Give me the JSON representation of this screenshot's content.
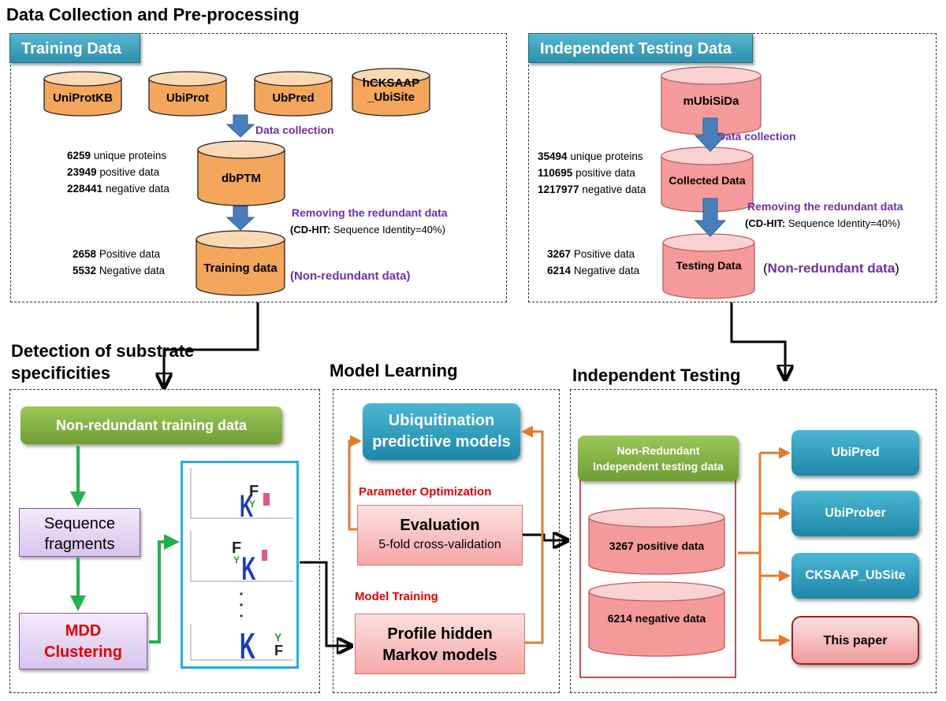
{
  "sections": {
    "data_collection": "Data Collection and Pre-processing",
    "detection_line1": "Detection of substrate",
    "detection_line2": "specificities",
    "model_learning": "Model Learning",
    "independent_testing": "Independent Testing"
  },
  "training": {
    "tab": "Training Data",
    "sources": [
      "UniProtKB",
      "UbiProt",
      "UbPred",
      "hCKSAAP",
      "_UbiSite"
    ],
    "collection_label": "Data collection",
    "dbptm": "dbPTM",
    "stats1": [
      {
        "num": "6259",
        "text": "unique proteins"
      },
      {
        "num": "23949",
        "text": "positive data"
      },
      {
        "num": "228441",
        "text": "negative data"
      }
    ],
    "removing": "Removing the redundant data",
    "cdhit_bold": "(CD-HIT:",
    "cdhit_rest": "Sequence Identity=40%)",
    "training_db": "Training data",
    "stats2": [
      {
        "num": "2658",
        "text": "Positive data"
      },
      {
        "num": "5532",
        "text": "Negative data"
      }
    ],
    "nonredundant": "(Non-redundant data)"
  },
  "independent": {
    "tab": "Independent Testing Data",
    "source": "mUbiSiDa",
    "collection_label": "Data collection",
    "collected": "Collected Data",
    "stats1": [
      {
        "num": "35494",
        "text": "unique proteins"
      },
      {
        "num": "110695",
        "text": "positive data"
      },
      {
        "num": "1217977",
        "text": "negative data"
      }
    ],
    "removing": "Removing the redundant data",
    "cdhit_bold": "(CD-HIT:",
    "cdhit_rest": "Sequence Identity=40%)",
    "testing_db": "Testing Data",
    "stats2": [
      {
        "num": "3267",
        "text": "Positive data"
      },
      {
        "num": "6214",
        "text": "Negative data"
      }
    ],
    "nonredundant_open": "(",
    "nonredundant": "Non-redundant data",
    "nonredundant_close": ")"
  },
  "detection": {
    "nr_training": "Non-redundant training data",
    "seq_line1": "Sequence",
    "seq_line2": "fragments",
    "mdd_line1": "MDD",
    "mdd_line2": "Clustering"
  },
  "model": {
    "ubi_line1": "Ubiquitination",
    "ubi_line2": "predictiive models",
    "param_opt": "Parameter Optimization",
    "eval_title": "Evaluation",
    "eval_sub": "5-fold cross-validation",
    "model_training": "Model Training",
    "phmm_line1": "Profile hidden",
    "phmm_line2": "Markov models"
  },
  "testing": {
    "nr_line1": "Non-Redundant",
    "nr_line2": "Independent testing data",
    "positive": "3267 positive data",
    "negative": "6214 negative data",
    "tools": [
      "UbiPred",
      "UbiProber",
      "CKSAAP_UbSite"
    ],
    "this_paper": "This paper"
  },
  "colors": {
    "orange_db": "#f4a65c",
    "pink_db": "#f49a9a",
    "arrow_blue": "#4a7ebb",
    "green": "#22b14c",
    "orange_line": "#e07a2e",
    "purple": "#7030a0",
    "red": "#e00000"
  }
}
